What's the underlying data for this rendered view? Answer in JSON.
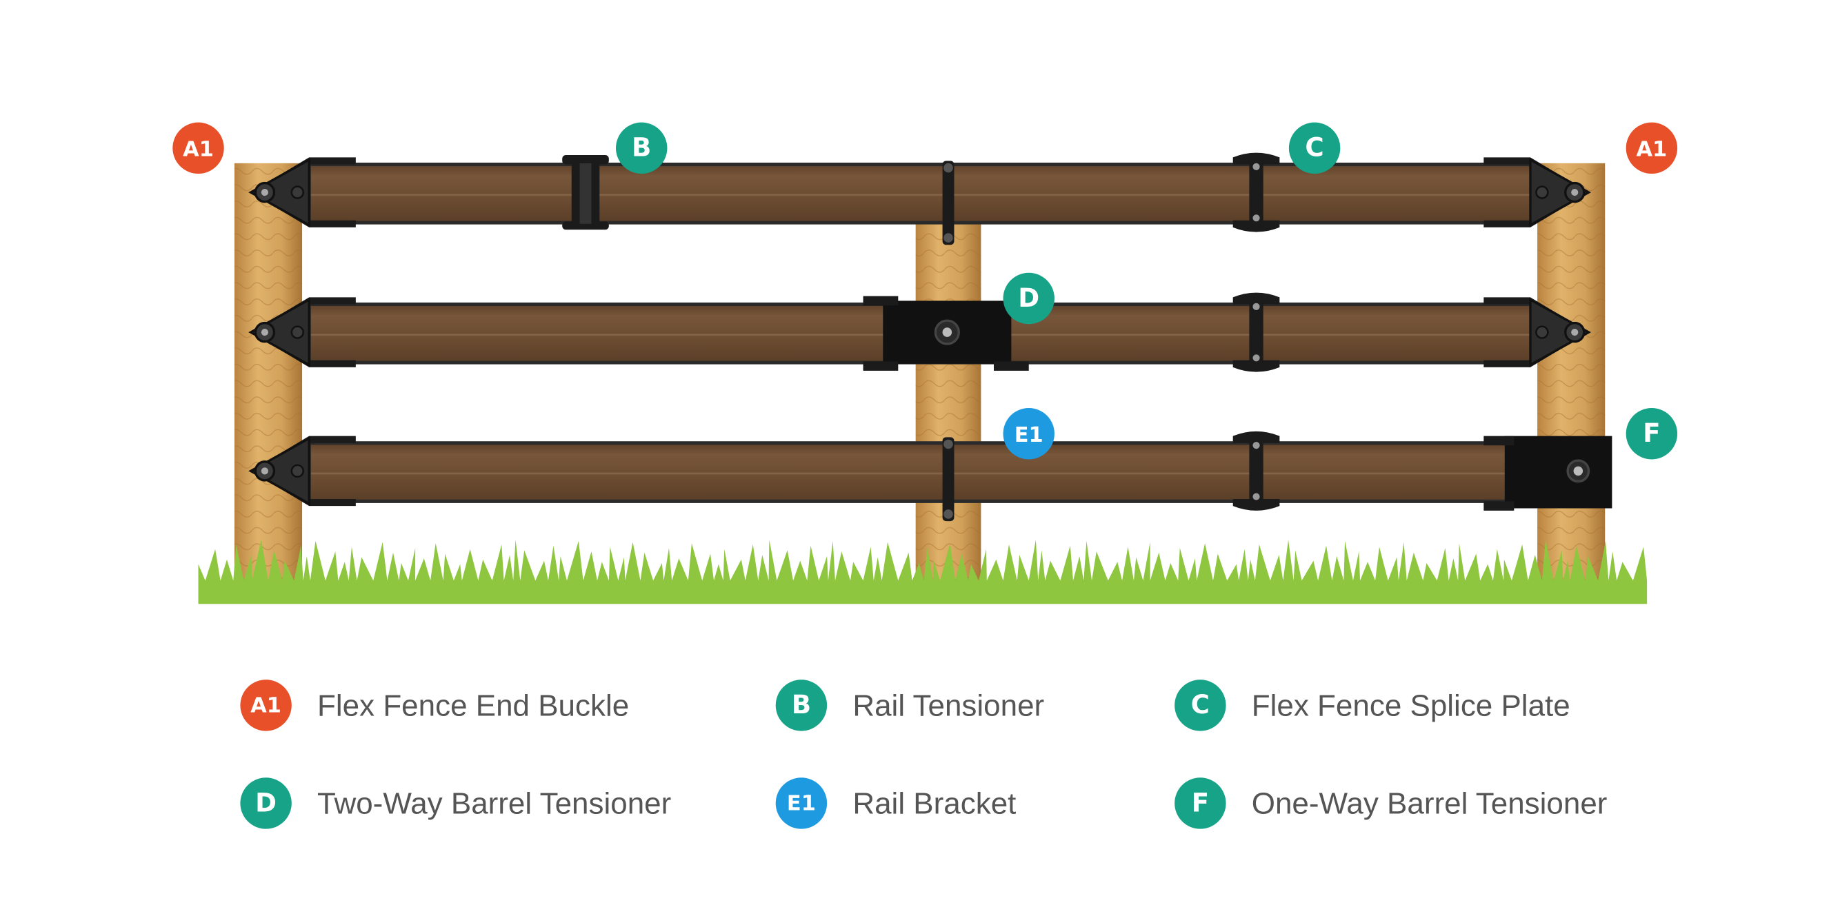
{
  "colors": {
    "red": "#e8502a",
    "green": "#16a388",
    "blue": "#1e9be0",
    "rail": "#6e4e33",
    "rail_edge": "#2a2a2a",
    "post": "#d4a25a",
    "grass": "#8ec63f",
    "hardware": "#1b1b1b"
  },
  "callouts": {
    "a1_left": {
      "code": "A1",
      "color": "red"
    },
    "b": {
      "code": "B",
      "color": "green"
    },
    "c": {
      "code": "C",
      "color": "green"
    },
    "a1_right": {
      "code": "A1",
      "color": "red"
    },
    "d": {
      "code": "D",
      "color": "green"
    },
    "e1": {
      "code": "E1",
      "color": "blue"
    },
    "f": {
      "code": "F",
      "color": "green"
    }
  },
  "legend": [
    {
      "code": "A1",
      "color": "red",
      "label": "Flex Fence End Buckle"
    },
    {
      "code": "B",
      "color": "green",
      "label": "Rail Tensioner"
    },
    {
      "code": "C",
      "color": "green",
      "label": "Flex Fence Splice Plate"
    },
    {
      "code": "D",
      "color": "green",
      "label": "Two-Way Barrel Tensioner"
    },
    {
      "code": "E1",
      "color": "blue",
      "label": "Rail Bracket"
    },
    {
      "code": "F",
      "color": "green",
      "label": "One-Way Barrel Tensioner"
    }
  ]
}
